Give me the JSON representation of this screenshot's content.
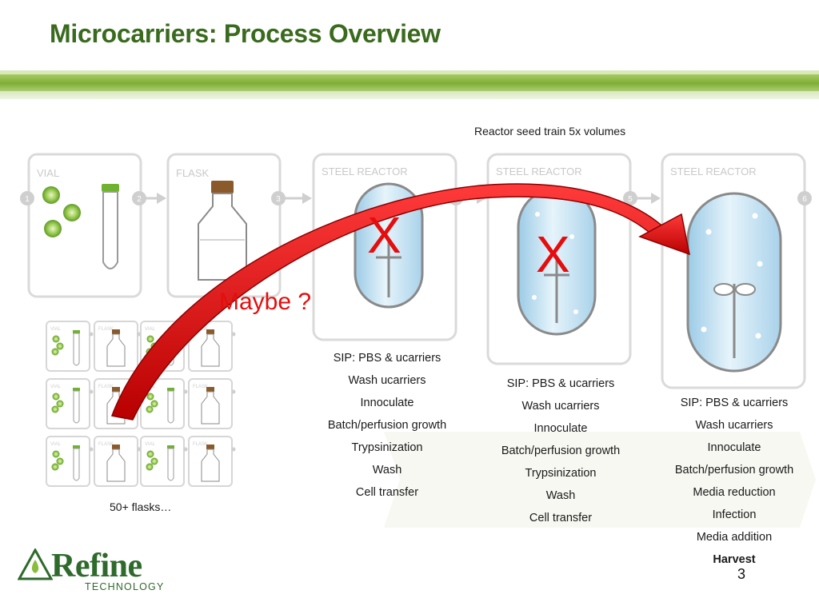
{
  "title": "Microcarriers: Process Overview",
  "reactor_caption": "Reactor seed train 5x volumes",
  "stages": {
    "vial": "VIAL",
    "flask": "FLASK",
    "reactor": "STEEL REACTOR"
  },
  "step_numbers": [
    "1",
    "2",
    "3",
    "4",
    "5",
    "6"
  ],
  "mini_labels": {
    "vial": "VIAL",
    "flask": "FLASK"
  },
  "marks": {
    "x1": "X",
    "x2": "X",
    "maybe": "Maybe ?"
  },
  "flasks_caption": "50+ flasks…",
  "reactor1_steps": [
    "SIP: PBS & ucarriers",
    "Wash ucarriers",
    "Innoculate",
    "Batch/perfusion growth",
    "Trypsinization",
    "Wash",
    "Cell transfer"
  ],
  "reactor2_steps": [
    "SIP: PBS & ucarriers",
    "Wash ucarriers",
    "Innoculate",
    "Batch/perfusion growth",
    "Trypsinization",
    "Wash",
    "Cell transfer"
  ],
  "reactor3_steps": [
    "SIP: PBS & ucarriers",
    "Wash ucarriers",
    "Innoculate",
    "Batch/perfusion growth",
    "Media reduction",
    "Infection",
    "Media addition"
  ],
  "reactor3_final": "Harvest",
  "logo": {
    "name": "Refine",
    "sub": "TECHNOLOGY"
  },
  "page_number": "3",
  "colors": {
    "title": "#3a6a1e",
    "accent_red": "#e50d0d",
    "band_green": "#8bbd3c",
    "logo_green": "#2e6a2c"
  }
}
